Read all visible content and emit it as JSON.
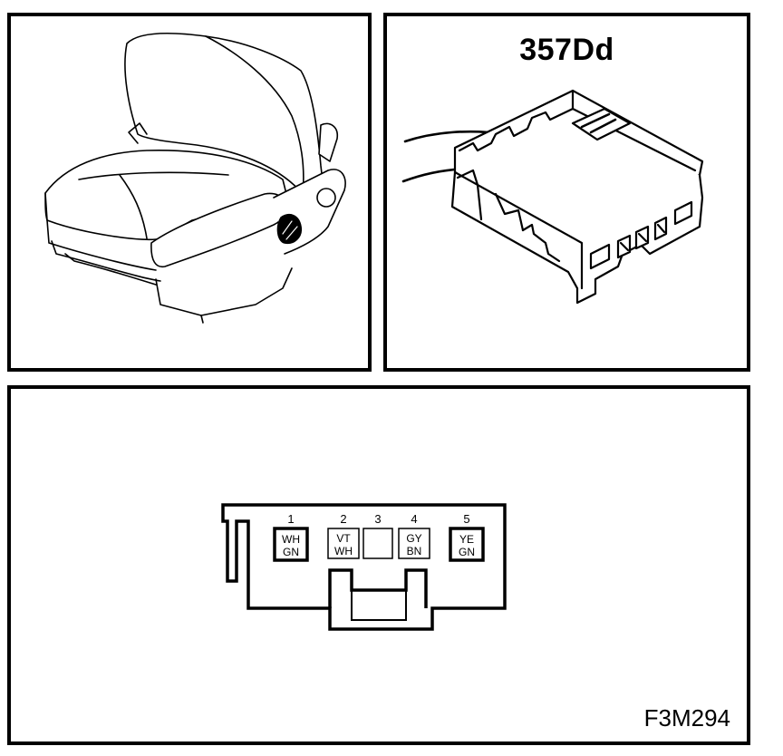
{
  "connector": {
    "label": "357Dd"
  },
  "figure": {
    "code": "F3M294"
  },
  "pins": [
    {
      "number": "1",
      "line1": "WH",
      "line2": "GN"
    },
    {
      "number": "2",
      "line1": "VT",
      "line2": "WH"
    },
    {
      "number": "3",
      "line1": "",
      "line2": ""
    },
    {
      "number": "4",
      "line1": "GY",
      "line2": "BN"
    },
    {
      "number": "5",
      "line1": "YE",
      "line2": "GN"
    }
  ]
}
